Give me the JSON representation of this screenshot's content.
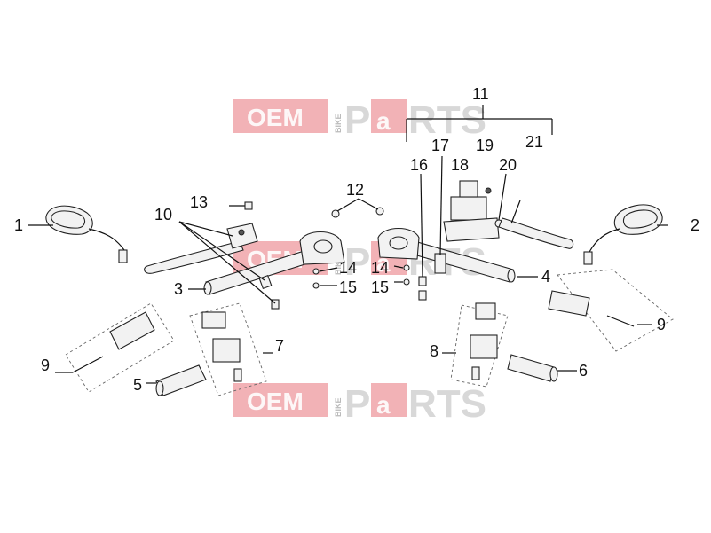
{
  "watermark": {
    "oem": "OEM",
    "bike": "BIKE",
    "p": "P",
    "a": "a",
    "rts": "RTS"
  },
  "callouts": [
    {
      "id": "c1",
      "text": "1"
    },
    {
      "id": "c2",
      "text": "2"
    },
    {
      "id": "c3",
      "text": "3"
    },
    {
      "id": "c4",
      "text": "4"
    },
    {
      "id": "c5",
      "text": "5"
    },
    {
      "id": "c6",
      "text": "6"
    },
    {
      "id": "c7",
      "text": "7"
    },
    {
      "id": "c8",
      "text": "8"
    },
    {
      "id": "c9a",
      "text": "9"
    },
    {
      "id": "c9b",
      "text": "9"
    },
    {
      "id": "c10",
      "text": "10"
    },
    {
      "id": "c11",
      "text": "11"
    },
    {
      "id": "c12",
      "text": "12"
    },
    {
      "id": "c13",
      "text": "13"
    },
    {
      "id": "c14a",
      "text": "14"
    },
    {
      "id": "c14b",
      "text": "14"
    },
    {
      "id": "c15a",
      "text": "15"
    },
    {
      "id": "c15b",
      "text": "15"
    },
    {
      "id": "c16",
      "text": "16"
    },
    {
      "id": "c17",
      "text": "17"
    },
    {
      "id": "c18",
      "text": "18"
    },
    {
      "id": "c19",
      "text": "19"
    },
    {
      "id": "c20",
      "text": "20"
    },
    {
      "id": "c21",
      "text": "21"
    }
  ],
  "colors": {
    "watermark_red": "#e8737a",
    "watermark_grey": "#cfcfcf",
    "line": "#111111"
  }
}
